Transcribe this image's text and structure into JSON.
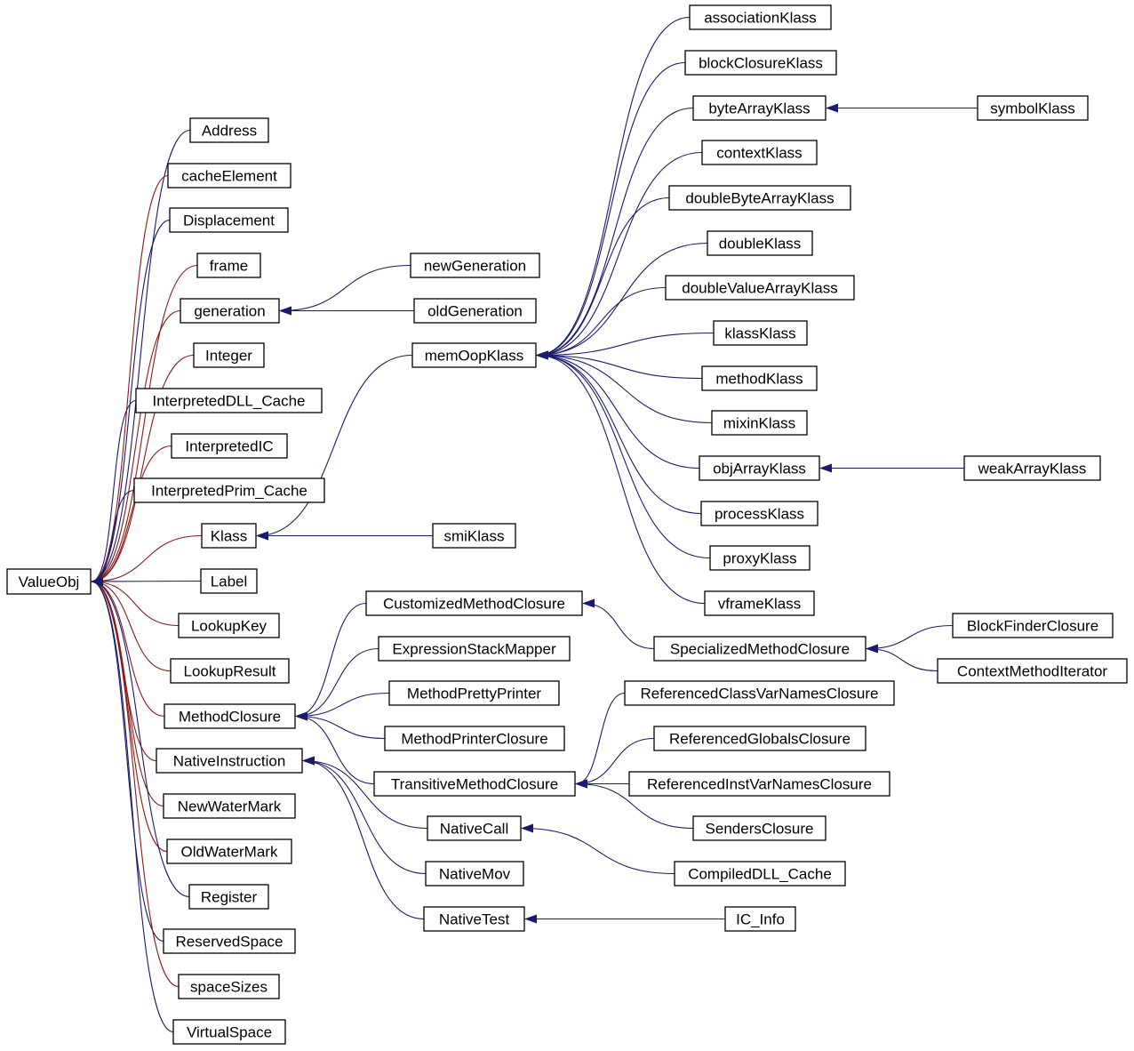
{
  "colors": {
    "inheritance": "#1a1a6e",
    "composition": "#8b1a1a"
  },
  "nodes": [
    {
      "id": "ValueObj",
      "label": "ValueObj"
    },
    {
      "id": "Address",
      "label": "Address"
    },
    {
      "id": "cacheElement",
      "label": "cacheElement"
    },
    {
      "id": "Displacement",
      "label": "Displacement"
    },
    {
      "id": "frame",
      "label": "frame"
    },
    {
      "id": "generation",
      "label": "generation"
    },
    {
      "id": "Integer",
      "label": "Integer"
    },
    {
      "id": "InterpretedDLL_Cache",
      "label": "InterpretedDLL_Cache"
    },
    {
      "id": "InterpretedIC",
      "label": "InterpretedIC"
    },
    {
      "id": "InterpretedPrim_Cache",
      "label": "InterpretedPrim_Cache"
    },
    {
      "id": "Klass",
      "label": "Klass"
    },
    {
      "id": "Label",
      "label": "Label"
    },
    {
      "id": "LookupKey",
      "label": "LookupKey"
    },
    {
      "id": "LookupResult",
      "label": "LookupResult"
    },
    {
      "id": "MethodClosure",
      "label": "MethodClosure"
    },
    {
      "id": "NativeInstruction",
      "label": "NativeInstruction"
    },
    {
      "id": "NewWaterMark",
      "label": "NewWaterMark"
    },
    {
      "id": "OldWaterMark",
      "label": "OldWaterMark"
    },
    {
      "id": "Register",
      "label": "Register"
    },
    {
      "id": "ReservedSpace",
      "label": "ReservedSpace"
    },
    {
      "id": "spaceSizes",
      "label": "spaceSizes"
    },
    {
      "id": "VirtualSpace",
      "label": "VirtualSpace"
    },
    {
      "id": "newGeneration",
      "label": "newGeneration"
    },
    {
      "id": "oldGeneration",
      "label": "oldGeneration"
    },
    {
      "id": "memOopKlass",
      "label": "memOopKlass"
    },
    {
      "id": "smiKlass",
      "label": "smiKlass"
    },
    {
      "id": "CustomizedMethodClosure",
      "label": "CustomizedMethodClosure"
    },
    {
      "id": "ExpressionStackMapper",
      "label": "ExpressionStackMapper"
    },
    {
      "id": "MethodPrettyPrinter",
      "label": "MethodPrettyPrinter"
    },
    {
      "id": "MethodPrinterClosure",
      "label": "MethodPrinterClosure"
    },
    {
      "id": "TransitiveMethodClosure",
      "label": "TransitiveMethodClosure"
    },
    {
      "id": "NativeCall",
      "label": "NativeCall"
    },
    {
      "id": "NativeMov",
      "label": "NativeMov"
    },
    {
      "id": "NativeTest",
      "label": "NativeTest"
    },
    {
      "id": "associationKlass",
      "label": "associationKlass"
    },
    {
      "id": "blockClosureKlass",
      "label": "blockClosureKlass"
    },
    {
      "id": "byteArrayKlass",
      "label": "byteArrayKlass"
    },
    {
      "id": "contextKlass",
      "label": "contextKlass"
    },
    {
      "id": "doubleByteArrayKlass",
      "label": "doubleByteArrayKlass"
    },
    {
      "id": "doubleKlass",
      "label": "doubleKlass"
    },
    {
      "id": "doubleValueArrayKlass",
      "label": "doubleValueArrayKlass"
    },
    {
      "id": "klassKlass",
      "label": "klassKlass"
    },
    {
      "id": "methodKlass",
      "label": "methodKlass"
    },
    {
      "id": "mixinKlass",
      "label": "mixinKlass"
    },
    {
      "id": "objArrayKlass",
      "label": "objArrayKlass"
    },
    {
      "id": "processKlass",
      "label": "processKlass"
    },
    {
      "id": "proxyKlass",
      "label": "proxyKlass"
    },
    {
      "id": "vframeKlass",
      "label": "vframeKlass"
    },
    {
      "id": "SpecializedMethodClosure",
      "label": "SpecializedMethodClosure"
    },
    {
      "id": "ReferencedClassVarNamesClosure",
      "label": "ReferencedClassVarNamesClosure"
    },
    {
      "id": "ReferencedGlobalsClosure",
      "label": "ReferencedGlobalsClosure"
    },
    {
      "id": "ReferencedInstVarNamesClosure",
      "label": "ReferencedInstVarNamesClosure"
    },
    {
      "id": "SendersClosure",
      "label": "SendersClosure"
    },
    {
      "id": "CompiledDLL_Cache",
      "label": "CompiledDLL_Cache"
    },
    {
      "id": "IC_Info",
      "label": "IC_Info"
    },
    {
      "id": "symbolKlass",
      "label": "symbolKlass"
    },
    {
      "id": "weakArrayKlass",
      "label": "weakArrayKlass"
    },
    {
      "id": "BlockFinderClosure",
      "label": "BlockFinderClosure"
    },
    {
      "id": "ContextMethodIterator",
      "label": "ContextMethodIterator"
    }
  ],
  "edges": [
    {
      "from": "Address",
      "to": "ValueObj",
      "kind": "inheritance"
    },
    {
      "from": "cacheElement",
      "to": "ValueObj",
      "kind": "composition"
    },
    {
      "from": "Displacement",
      "to": "ValueObj",
      "kind": "inheritance"
    },
    {
      "from": "frame",
      "to": "ValueObj",
      "kind": "composition"
    },
    {
      "from": "generation",
      "to": "ValueObj",
      "kind": "composition"
    },
    {
      "from": "Integer",
      "to": "ValueObj",
      "kind": "composition"
    },
    {
      "from": "InterpretedDLL_Cache",
      "to": "ValueObj",
      "kind": "inheritance"
    },
    {
      "from": "InterpretedIC",
      "to": "ValueObj",
      "kind": "composition"
    },
    {
      "from": "InterpretedPrim_Cache",
      "to": "ValueObj",
      "kind": "inheritance"
    },
    {
      "from": "Klass",
      "to": "ValueObj",
      "kind": "composition"
    },
    {
      "from": "Label",
      "to": "ValueObj",
      "kind": "inheritance"
    },
    {
      "from": "LookupKey",
      "to": "ValueObj",
      "kind": "composition"
    },
    {
      "from": "LookupResult",
      "to": "ValueObj",
      "kind": "composition"
    },
    {
      "from": "MethodClosure",
      "to": "ValueObj",
      "kind": "composition"
    },
    {
      "from": "NativeInstruction",
      "to": "ValueObj",
      "kind": "composition"
    },
    {
      "from": "NewWaterMark",
      "to": "ValueObj",
      "kind": "composition"
    },
    {
      "from": "OldWaterMark",
      "to": "ValueObj",
      "kind": "composition"
    },
    {
      "from": "Register",
      "to": "ValueObj",
      "kind": "inheritance"
    },
    {
      "from": "ReservedSpace",
      "to": "ValueObj",
      "kind": "inheritance"
    },
    {
      "from": "spaceSizes",
      "to": "ValueObj",
      "kind": "composition"
    },
    {
      "from": "VirtualSpace",
      "to": "ValueObj",
      "kind": "inheritance"
    },
    {
      "from": "newGeneration",
      "to": "generation",
      "kind": "inheritance"
    },
    {
      "from": "oldGeneration",
      "to": "generation",
      "kind": "inheritance"
    },
    {
      "from": "memOopKlass",
      "to": "Klass",
      "kind": "inheritance"
    },
    {
      "from": "smiKlass",
      "to": "Klass",
      "kind": "inheritance"
    },
    {
      "from": "CustomizedMethodClosure",
      "to": "MethodClosure",
      "kind": "inheritance"
    },
    {
      "from": "ExpressionStackMapper",
      "to": "MethodClosure",
      "kind": "inheritance"
    },
    {
      "from": "MethodPrettyPrinter",
      "to": "MethodClosure",
      "kind": "inheritance"
    },
    {
      "from": "MethodPrinterClosure",
      "to": "MethodClosure",
      "kind": "inheritance"
    },
    {
      "from": "TransitiveMethodClosure",
      "to": "MethodClosure",
      "kind": "inheritance"
    },
    {
      "from": "NativeCall",
      "to": "NativeInstruction",
      "kind": "inheritance"
    },
    {
      "from": "NativeMov",
      "to": "NativeInstruction",
      "kind": "inheritance"
    },
    {
      "from": "NativeTest",
      "to": "NativeInstruction",
      "kind": "inheritance"
    },
    {
      "from": "associationKlass",
      "to": "memOopKlass",
      "kind": "inheritance"
    },
    {
      "from": "blockClosureKlass",
      "to": "memOopKlass",
      "kind": "inheritance"
    },
    {
      "from": "byteArrayKlass",
      "to": "memOopKlass",
      "kind": "inheritance"
    },
    {
      "from": "contextKlass",
      "to": "memOopKlass",
      "kind": "inheritance"
    },
    {
      "from": "doubleByteArrayKlass",
      "to": "memOopKlass",
      "kind": "inheritance"
    },
    {
      "from": "doubleKlass",
      "to": "memOopKlass",
      "kind": "inheritance"
    },
    {
      "from": "doubleValueArrayKlass",
      "to": "memOopKlass",
      "kind": "inheritance"
    },
    {
      "from": "klassKlass",
      "to": "memOopKlass",
      "kind": "inheritance"
    },
    {
      "from": "methodKlass",
      "to": "memOopKlass",
      "kind": "inheritance"
    },
    {
      "from": "mixinKlass",
      "to": "memOopKlass",
      "kind": "inheritance"
    },
    {
      "from": "objArrayKlass",
      "to": "memOopKlass",
      "kind": "inheritance"
    },
    {
      "from": "processKlass",
      "to": "memOopKlass",
      "kind": "inheritance"
    },
    {
      "from": "proxyKlass",
      "to": "memOopKlass",
      "kind": "inheritance"
    },
    {
      "from": "vframeKlass",
      "to": "memOopKlass",
      "kind": "inheritance"
    },
    {
      "from": "SpecializedMethodClosure",
      "to": "CustomizedMethodClosure",
      "kind": "inheritance"
    },
    {
      "from": "ReferencedClassVarNamesClosure",
      "to": "TransitiveMethodClosure",
      "kind": "inheritance"
    },
    {
      "from": "ReferencedGlobalsClosure",
      "to": "TransitiveMethodClosure",
      "kind": "inheritance"
    },
    {
      "from": "ReferencedInstVarNamesClosure",
      "to": "TransitiveMethodClosure",
      "kind": "inheritance"
    },
    {
      "from": "SendersClosure",
      "to": "TransitiveMethodClosure",
      "kind": "inheritance"
    },
    {
      "from": "CompiledDLL_Cache",
      "to": "NativeCall",
      "kind": "inheritance"
    },
    {
      "from": "IC_Info",
      "to": "NativeTest",
      "kind": "inheritance"
    },
    {
      "from": "symbolKlass",
      "to": "byteArrayKlass",
      "kind": "inheritance"
    },
    {
      "from": "weakArrayKlass",
      "to": "objArrayKlass",
      "kind": "inheritance"
    },
    {
      "from": "BlockFinderClosure",
      "to": "SpecializedMethodClosure",
      "kind": "inheritance"
    },
    {
      "from": "ContextMethodIterator",
      "to": "SpecializedMethodClosure",
      "kind": "inheritance"
    }
  ]
}
